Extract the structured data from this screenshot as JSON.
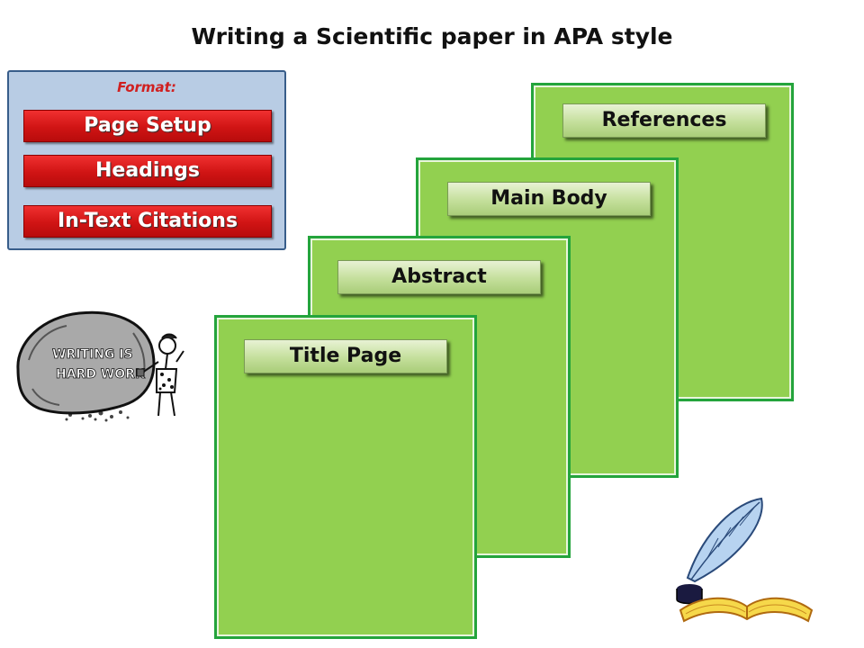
{
  "title": "Writing a Scientific paper in APA style",
  "format_panel": {
    "label": "Format:",
    "buttons": [
      "Page Setup",
      "Headings",
      "In-Text Citations"
    ]
  },
  "sections": {
    "references": "References",
    "main_body": "Main Body",
    "abstract": "Abstract",
    "title_page": "Title Page"
  },
  "illustrations": {
    "rock_text": "WRITING IS HARD WORK",
    "rock_icon": "caveman-carving-rock-icon",
    "quill_icon": "quill-inkwell-book-icon"
  },
  "colors": {
    "page_fill": "#92d050",
    "page_border": "#24a43c",
    "format_panel_bg": "#b8cce4",
    "format_button": "#e02020",
    "format_label": "#d02020"
  }
}
